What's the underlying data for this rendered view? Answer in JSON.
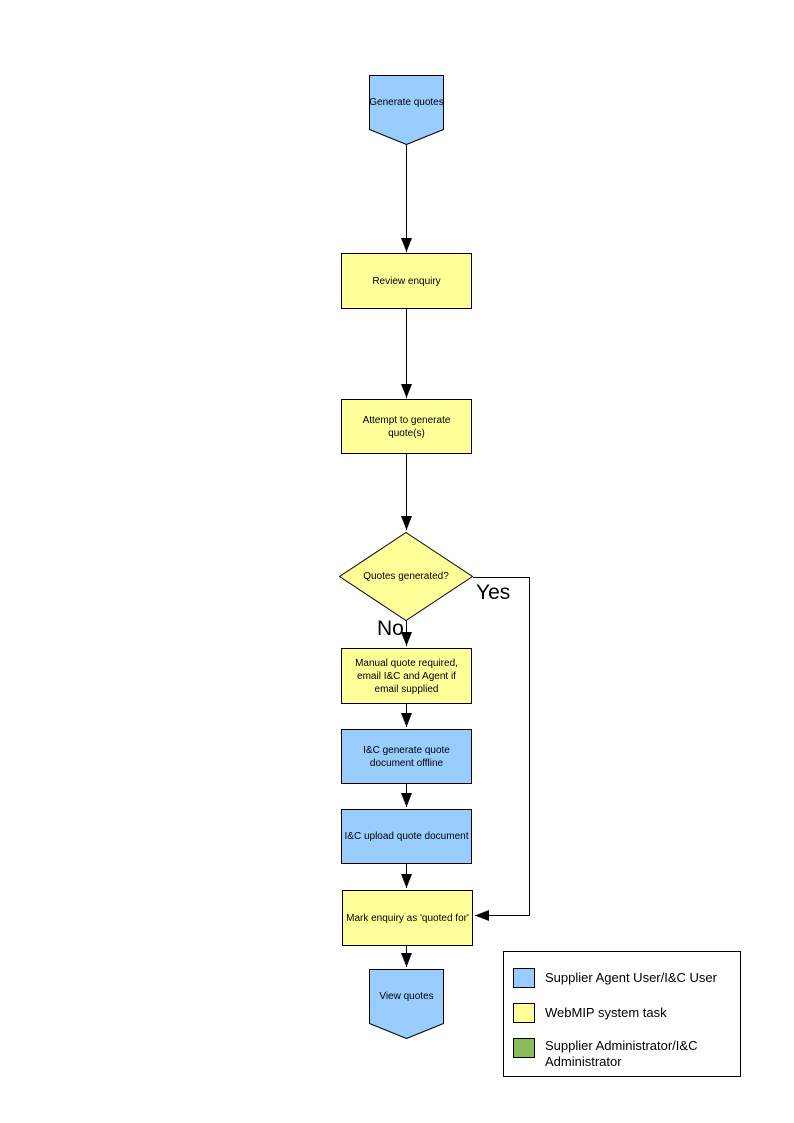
{
  "colors": {
    "actor_blue": "#99CCFF",
    "system_yellow": "#FFFF99",
    "admin_green": "#8FBC5A",
    "line_black": "#000000"
  },
  "flow": {
    "start": {
      "label": "Generate quotes"
    },
    "review": {
      "label": "Review enquiry"
    },
    "attempt": {
      "label": "Attempt to generate quote(s)"
    },
    "decision": {
      "label": "Quotes generated?"
    },
    "branch_yes": "Yes",
    "branch_no": "No",
    "manual": {
      "label": "Manual quote required, email I&C and Agent if email supplied"
    },
    "offline": {
      "label": "I&C generate quote document offline"
    },
    "upload": {
      "label": "I&C upload quote document"
    },
    "mark": {
      "label": "Mark enquiry as 'quoted for'"
    },
    "end": {
      "label": "View quotes"
    }
  },
  "legend": {
    "items": [
      {
        "color": "#99CCFF",
        "label": "Supplier Agent User/I&C User"
      },
      {
        "color": "#FFFF99",
        "label": "WebMIP system task"
      },
      {
        "color": "#8FBC5A",
        "label": "Supplier Administrator/I&C Administrator"
      }
    ]
  }
}
